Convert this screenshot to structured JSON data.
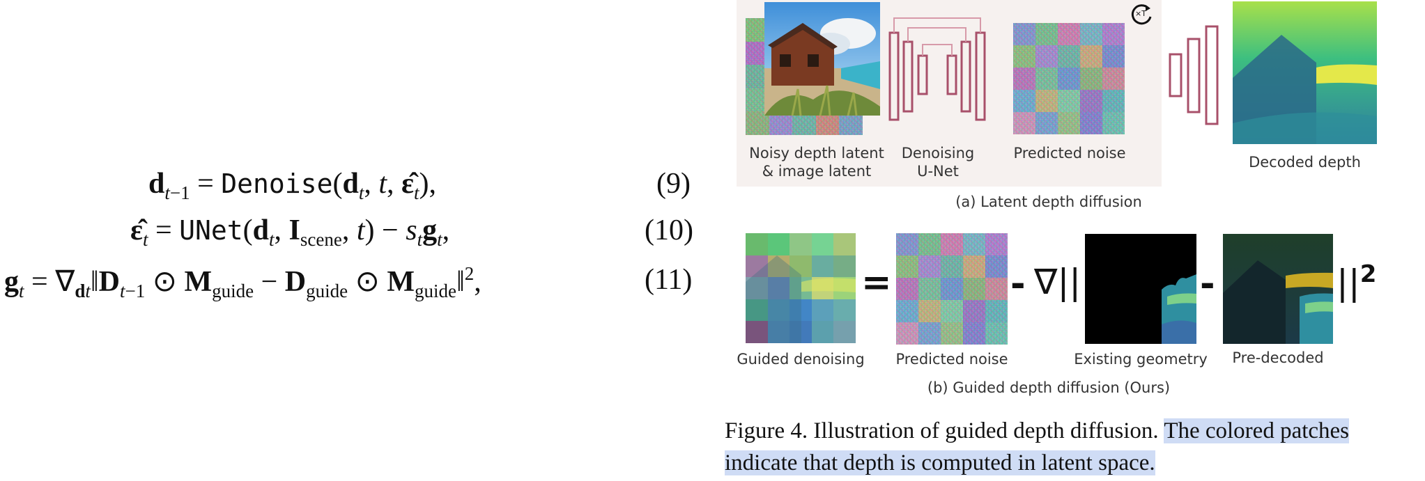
{
  "equations": [
    {
      "number": "(9)"
    },
    {
      "number": "(10)"
    },
    {
      "number": "(11)"
    }
  ],
  "figure": {
    "panel_a": {
      "labels": {
        "noisy_line1": "Noisy depth latent",
        "noisy_line2": "& image latent",
        "unet_line1": "Denoising",
        "unet_line2": "U-Net",
        "predicted_noise": "Predicted noise",
        "decoded_depth": "Decoded depth"
      },
      "repeat_badge": "×T",
      "caption": "(a) Latent depth diffusion"
    },
    "panel_b": {
      "labels": {
        "guided": "Guided denoising",
        "predicted_noise": "Predicted noise",
        "existing": "Existing geometry",
        "predecoded": "Pre-decoded"
      },
      "operators": {
        "equals": "=",
        "minus1": "-",
        "nabla": "∇||",
        "minus2": "-",
        "norm_end": "||",
        "power": "2"
      },
      "caption": "(b) Guided depth diffusion (Ours)"
    },
    "caption": {
      "prefix": "Figure 4. Illustration of guided depth diffusion.",
      "highlight": "The colored patches indicate that depth is computed in latent space."
    }
  },
  "colors": {
    "unet_stroke": "#a8506a",
    "highlight": "#cfdcf5",
    "panel_a_bg": "#f6f1ef"
  }
}
